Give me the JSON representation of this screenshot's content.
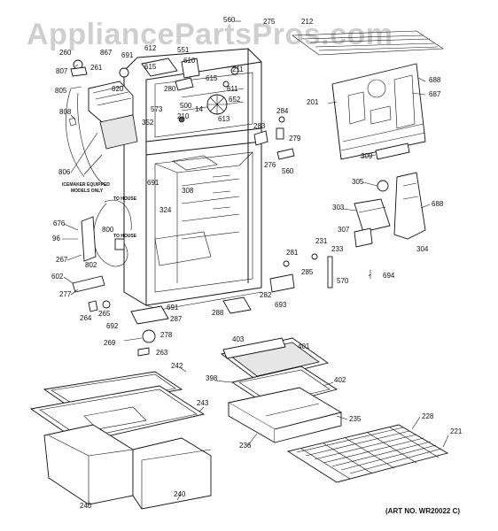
{
  "watermark": "AppliancePartsPros.com",
  "art_number": "(ART NO. WR20022 C)",
  "notes": {
    "icemaker_models_1": "ICEMAKER EQUIPPED",
    "icemaker_models_2": "MODELS ONLY",
    "to_house_a": "TO HOUSE",
    "to_house_b": "TO HOUSE"
  },
  "callouts": {
    "c560a": "560",
    "c275": "275",
    "c212": "212",
    "c260": "260",
    "c867": "867",
    "c691a": "691",
    "c612": "612",
    "c551": "551",
    "c610": "610",
    "c807": "807",
    "c261": "261",
    "c615a": "615",
    "c211": "211",
    "c805": "805",
    "c820": "820",
    "c615b": "615",
    "c611": "611",
    "c280": "280",
    "c652": "652",
    "c573": "573",
    "c500": "500",
    "c14": "14",
    "c613": "613",
    "c210": "210",
    "c808": "808",
    "c352": "352",
    "c284": "284",
    "c283": "283",
    "c279": "279",
    "c276": "276",
    "c560b": "560",
    "c201": "201",
    "c688a": "688",
    "c687": "687",
    "c309": "309",
    "c806": "806",
    "c691b": "691",
    "c308": "308",
    "c324": "324",
    "c305": "305",
    "c303": "303",
    "c688b": "688",
    "c676": "676",
    "c96": "96",
    "c800": "800",
    "c267": "267",
    "c802": "802",
    "c307": "307",
    "c231": "231",
    "c233": "233",
    "c304": "304",
    "c281": "281",
    "c285": "285",
    "c570": "570",
    "c694": "694",
    "c602": "602",
    "c277": "277",
    "c282": "282",
    "c693": "693",
    "c264": "264",
    "c265": "265",
    "c691c": "691",
    "c287": "287",
    "c288": "288",
    "c692": "692",
    "c278": "278",
    "c269": "269",
    "c263": "263",
    "c403": "403",
    "c401": "401",
    "c242": "242",
    "c398": "398",
    "c402": "402",
    "c243": "243",
    "c235": "235",
    "c236": "236",
    "c228": "228",
    "c221": "221",
    "c240a": "240",
    "c240b": "240"
  },
  "colors": {
    "line": "#111111",
    "watermark": "#cfcfcf",
    "shade": "#e6e6e6"
  }
}
